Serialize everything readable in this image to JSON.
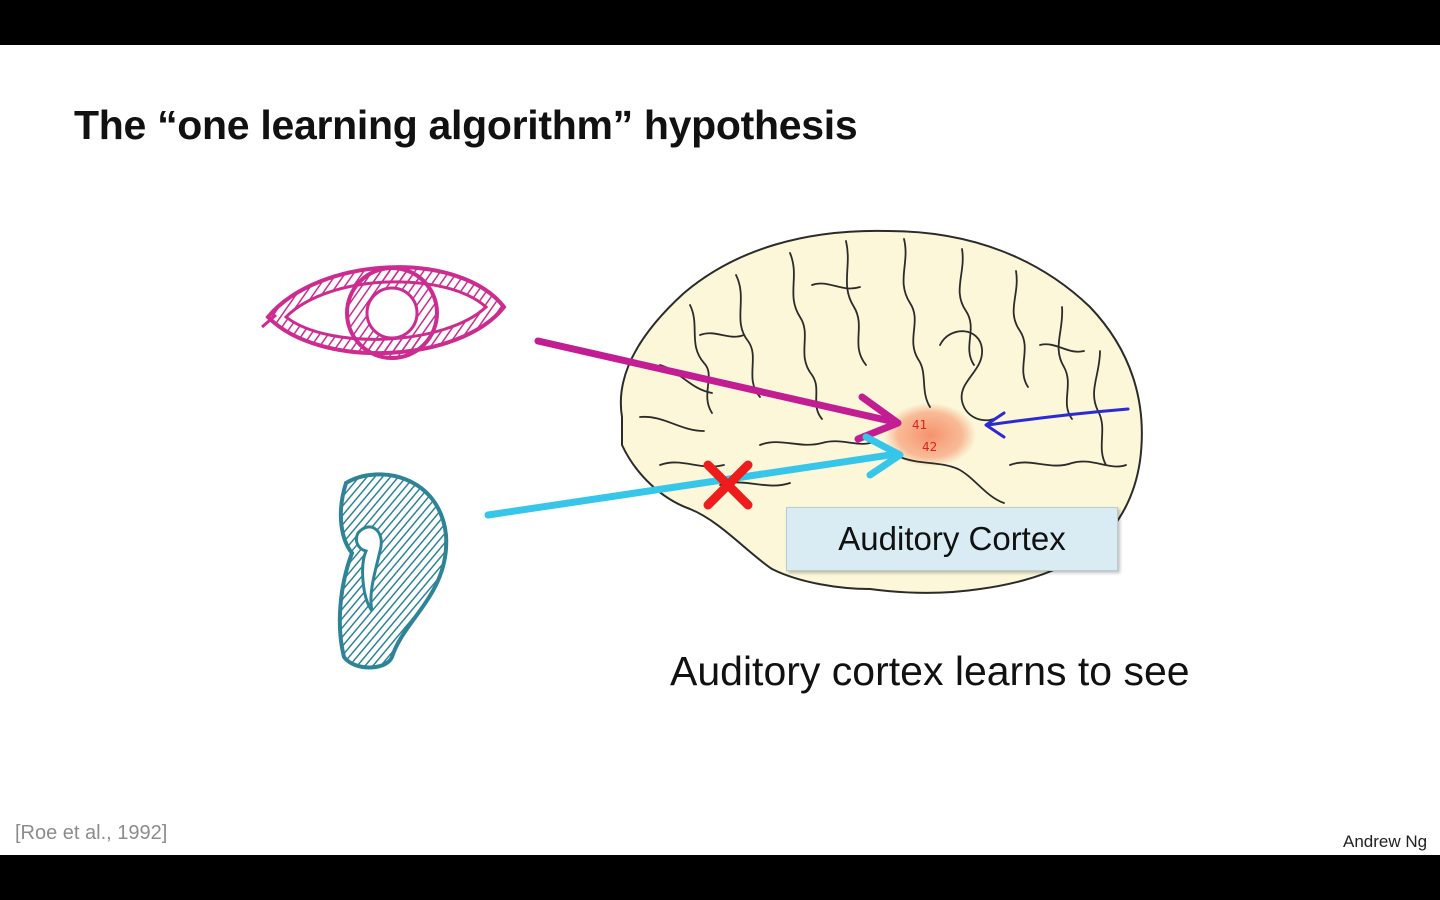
{
  "slide": {
    "title": "The “one learning algorithm” hypothesis",
    "caption": "Auditory cortex learns to see",
    "citation": "[Roe et al., 1992]",
    "author": "Andrew Ng"
  },
  "diagram": {
    "brain_label": "Auditory Cortex",
    "area_numbers": [
      "41",
      "42"
    ],
    "eye_color": "#cc2b8f",
    "ear_color": "#2e8496",
    "visual_arrow_color": "#c21d93",
    "auditory_arrow_color": "#35c6ea",
    "side_arrow_color": "#2a2ad6",
    "cut_mark_color": "#ee1c1c",
    "cortex_highlight_color": "#f7a07a",
    "brain_fill_color": "#fbf7d8"
  }
}
